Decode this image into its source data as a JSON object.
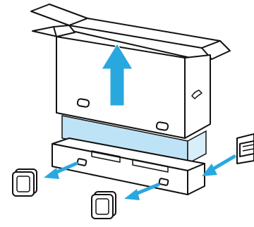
{
  "figure": {
    "kind": "unboxing-instruction-diagram",
    "steps": [
      "lift-box-upward",
      "remove-handle-clips"
    ],
    "colors": {
      "outline": "#111111",
      "panel_fill": "#ffffff",
      "product_fill": "#bfe3f6",
      "arrow_fill": "#29a8e0",
      "tray_fill": "#ffffff"
    },
    "icons": [
      "up-arrow-icon",
      "left-arrow-icon",
      "bottom-arrow-icon",
      "right-arrow-icon",
      "clip-icon"
    ]
  }
}
